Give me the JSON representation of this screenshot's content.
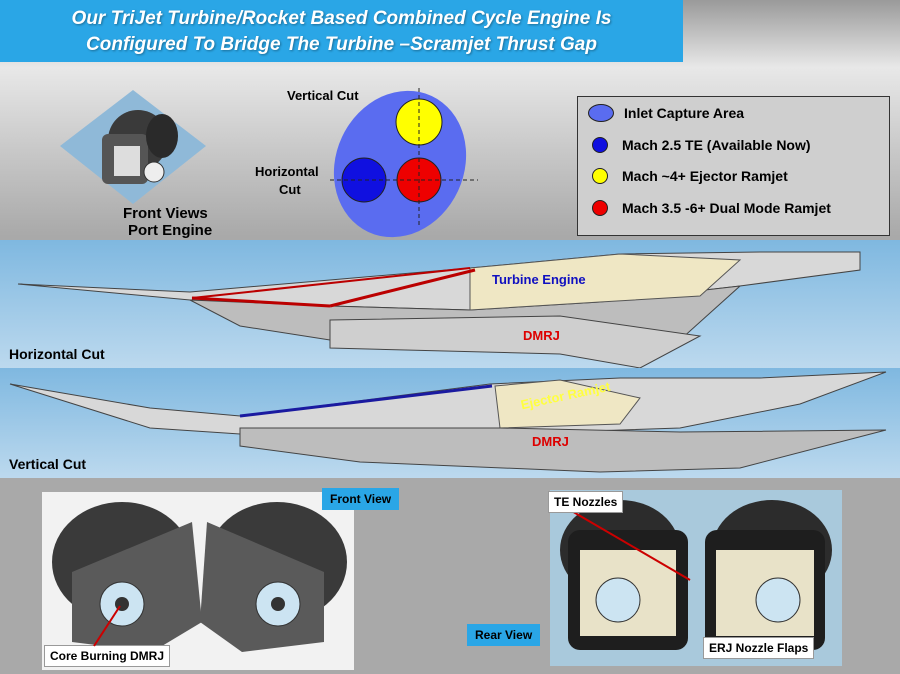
{
  "title": {
    "line1": "Our  TriJet Turbine/Rocket Based Combined Cycle Engine Is",
    "line2": "Configured To Bridge The Turbine –Scramjet Thrust Gap"
  },
  "front_views": {
    "line1": "Front  Views",
    "line2": "Port  Engine"
  },
  "inlet_diagram": {
    "vertical_cut": "Vertical Cut",
    "horizontal_cut_l1": "Horizontal",
    "horizontal_cut_l2": "Cut"
  },
  "legend": {
    "items": [
      {
        "label": "Inlet Capture Area",
        "color": "#5a6cf0"
      },
      {
        "label": "Mach 2.5 TE (Available Now)",
        "color": "#1010e0"
      },
      {
        "label": "Mach ~4+ Ejector Ramjet",
        "color": "#ffff00"
      },
      {
        "label": "Mach 3.5 -6+ Dual Mode Ramjet",
        "color": "#ee0000"
      }
    ]
  },
  "horizontal_section": {
    "label": "Horizontal Cut",
    "turbine": "Turbine Engine",
    "dmrj": "DMRJ"
  },
  "vertical_section": {
    "label": "Vertical Cut",
    "ejector": "Ejector Ramjet",
    "dmrj": "DMRJ"
  },
  "bottom": {
    "front_view": "Front View",
    "rear_view": "Rear View",
    "core_burning": "Core Burning DMRJ",
    "te_nozzles": "TE Nozzles",
    "erj_flaps": "ERJ Nozzle Flaps"
  },
  "colors": {
    "title_bg": "#2aa6e6",
    "sky": "#8dc3e6"
  }
}
